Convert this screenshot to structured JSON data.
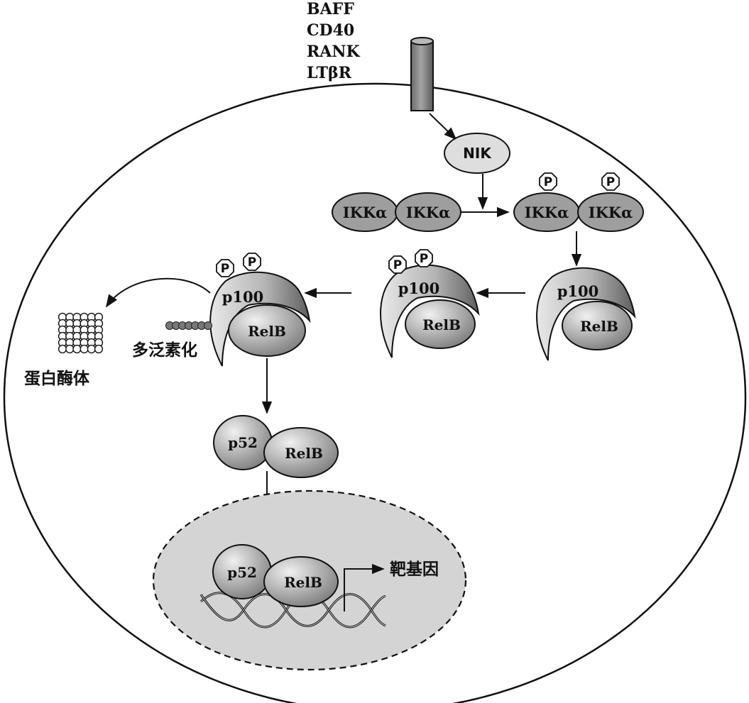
{
  "receptor_labels": [
    "BAFF",
    "CD40",
    "RANK",
    "LTβR"
  ],
  "nik_label": "NIK",
  "ikk_label": "IKKα",
  "phospho_label": "P",
  "p100_label": "p100",
  "relb_label": "RelB",
  "p52_label": "p52",
  "ubiquitination_label": "多泛素化",
  "proteasome_label": "蛋白酶体",
  "target_gene_label": "靶基因",
  "colors": {
    "protein_gradient_light": "#e6e6e6",
    "protein_gradient_dark": "#6f6f6f",
    "nik_fill": "#dedede",
    "ikk_fill": "#9e9e9e",
    "nucleus_fill": "#d4d4d4",
    "receptor_fill": "#8a8a8a",
    "ubiquitin_fill": "#777777",
    "line": "#111111"
  }
}
